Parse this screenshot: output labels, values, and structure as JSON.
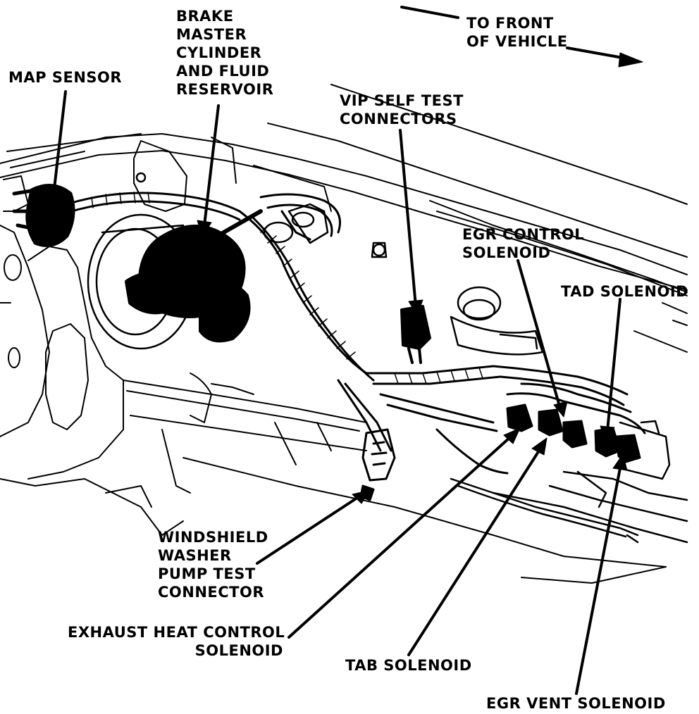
{
  "labels": {
    "map_sensor": [
      "MAP SENSOR"
    ],
    "brake_master_cylinder": [
      "BRAKE",
      "MASTER",
      "CYLINDER",
      "AND FLUID",
      "RESERVOIR"
    ],
    "to_front_of_vehicle": [
      "TO FRONT",
      "OF VEHICLE"
    ],
    "vip_self_test_connectors": [
      "VIP SELF TEST",
      "CONNECTORS"
    ],
    "egr_control_solenoid": [
      "EGR CONTROL",
      "SOLENOID"
    ],
    "tad_solenoid": [
      "TAD SOLENOID"
    ],
    "windshield_washer_pump_test_connector": [
      "WINDSHIELD",
      "WASHER",
      "PUMP TEST",
      "CONNECTOR"
    ],
    "exhaust_heat_control_solenoid": [
      "EXHAUST HEAT CONTROL",
      "SOLENOID"
    ],
    "tab_solenoid": [
      "TAB SOLENOID"
    ],
    "egr_vent_solenoid": [
      "EGR VENT SOLENOID"
    ]
  },
  "colors": {
    "ink": "#000000",
    "paper": "#ffffff"
  }
}
